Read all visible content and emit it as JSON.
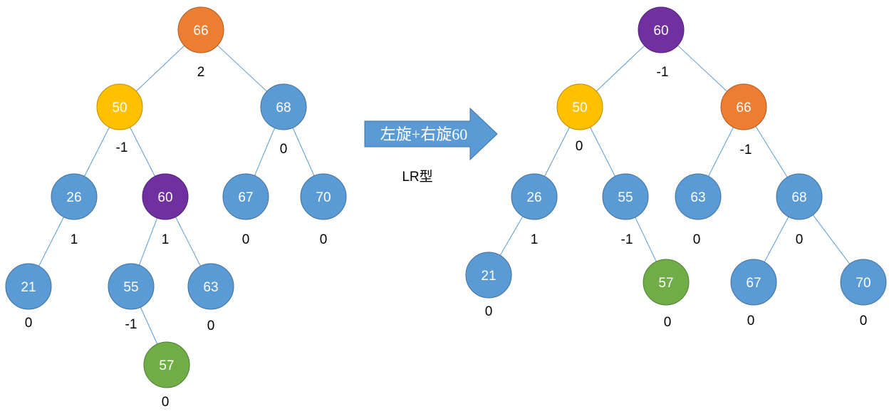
{
  "colors": {
    "blue": "#5b9bd5",
    "orange": "#ed7d31",
    "yellow": "#ffc000",
    "purple": "#7030a0",
    "green": "#70ad47",
    "edge": "#5b9bd5",
    "arrow": "#5b9bd5"
  },
  "operation": {
    "arrow_label": "左旋+右旋60",
    "type_label": "LR型"
  },
  "before_tree": {
    "nodes": [
      {
        "id": "66",
        "label": "66",
        "balance": "2",
        "color": "orange"
      },
      {
        "id": "50",
        "label": "50",
        "balance": "-1",
        "color": "yellow"
      },
      {
        "id": "68",
        "label": "68",
        "balance": "0",
        "color": "blue"
      },
      {
        "id": "26",
        "label": "26",
        "balance": "1",
        "color": "blue"
      },
      {
        "id": "60",
        "label": "60",
        "balance": "1",
        "color": "purple"
      },
      {
        "id": "67",
        "label": "67",
        "balance": "0",
        "color": "blue"
      },
      {
        "id": "70",
        "label": "70",
        "balance": "0",
        "color": "blue"
      },
      {
        "id": "21",
        "label": "21",
        "balance": "0",
        "color": "blue"
      },
      {
        "id": "55",
        "label": "55",
        "balance": "-1",
        "color": "blue"
      },
      {
        "id": "63",
        "label": "63",
        "balance": "0",
        "color": "blue"
      },
      {
        "id": "57",
        "label": "57",
        "balance": "0",
        "color": "green"
      }
    ],
    "edges": [
      [
        "66",
        "50"
      ],
      [
        "66",
        "68"
      ],
      [
        "50",
        "26"
      ],
      [
        "50",
        "60"
      ],
      [
        "68",
        "67"
      ],
      [
        "68",
        "70"
      ],
      [
        "26",
        "21"
      ],
      [
        "60",
        "55"
      ],
      [
        "60",
        "63"
      ],
      [
        "55",
        "57"
      ]
    ]
  },
  "after_tree": {
    "nodes": [
      {
        "id": "60",
        "label": "60",
        "balance": "-1",
        "color": "purple"
      },
      {
        "id": "50",
        "label": "50",
        "balance": "0",
        "color": "yellow"
      },
      {
        "id": "66",
        "label": "66",
        "balance": "-1",
        "color": "orange"
      },
      {
        "id": "26",
        "label": "26",
        "balance": "1",
        "color": "blue"
      },
      {
        "id": "55",
        "label": "55",
        "balance": "-1",
        "color": "blue"
      },
      {
        "id": "63",
        "label": "63",
        "balance": "0",
        "color": "blue"
      },
      {
        "id": "68",
        "label": "68",
        "balance": "0",
        "color": "blue"
      },
      {
        "id": "21",
        "label": "21",
        "balance": "0",
        "color": "blue"
      },
      {
        "id": "57",
        "label": "57",
        "balance": "0",
        "color": "green"
      },
      {
        "id": "67",
        "label": "67",
        "balance": "0",
        "color": "blue"
      },
      {
        "id": "70",
        "label": "70",
        "balance": "0",
        "color": "blue"
      }
    ],
    "edges": [
      [
        "60",
        "50"
      ],
      [
        "60",
        "66"
      ],
      [
        "50",
        "26"
      ],
      [
        "50",
        "55"
      ],
      [
        "66",
        "63"
      ],
      [
        "66",
        "68"
      ],
      [
        "26",
        "21"
      ],
      [
        "55",
        "57"
      ],
      [
        "68",
        "67"
      ],
      [
        "68",
        "70"
      ]
    ]
  }
}
